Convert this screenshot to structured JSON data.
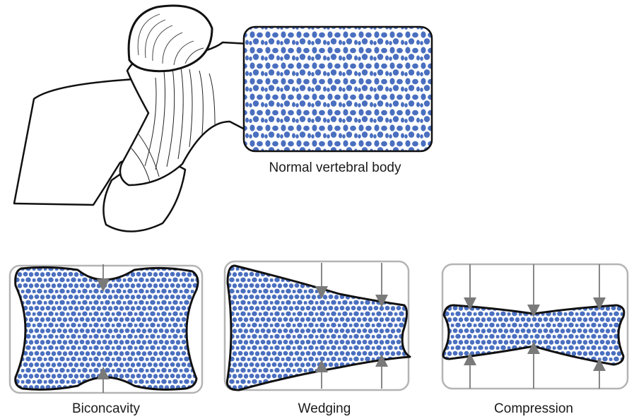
{
  "labels": {
    "normal": "Normal vertebral body",
    "biconcavity": "Biconcavity",
    "wedging": "Wedging",
    "compression": "Compression"
  },
  "colors": {
    "bone_blue": "#4a6fbf",
    "bone_blue_dark": "#2f4f9e",
    "outline": "#111111",
    "ghost_outline": "#b4b4b4",
    "arrow": "#7a7a7a"
  }
}
